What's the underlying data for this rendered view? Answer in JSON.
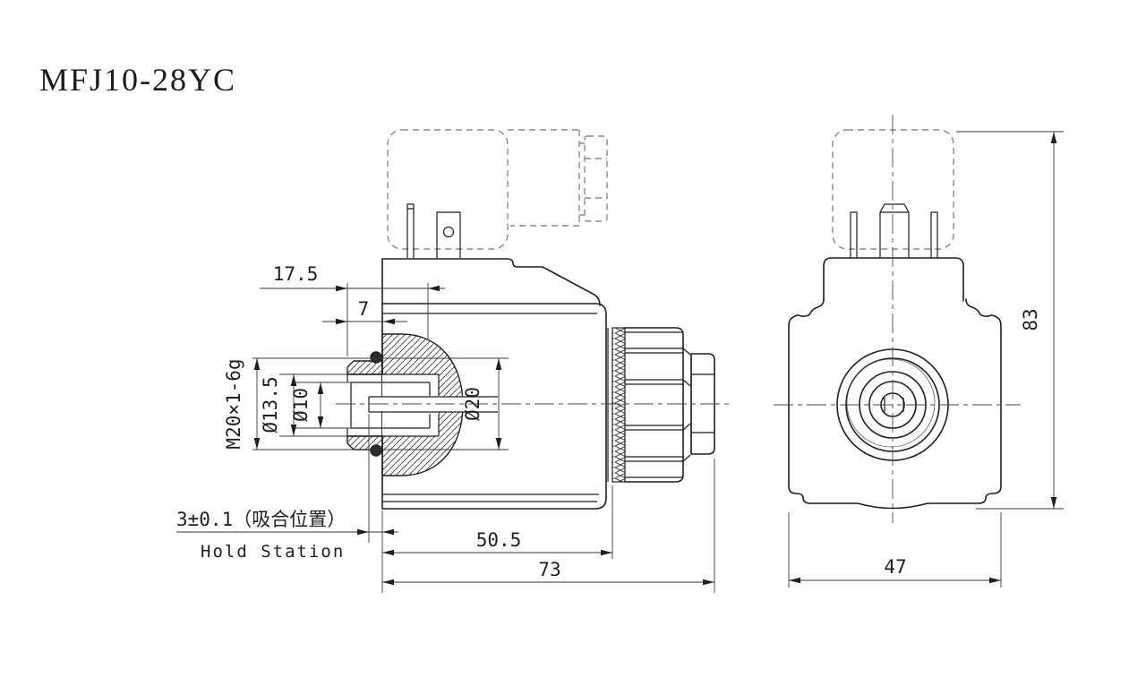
{
  "title": "MFJ10-28YC",
  "colors": {
    "line": "#1f1f1f",
    "dashed_phantom": "#8a8a8a",
    "dimension": "#3a3a3a",
    "background": "#ffffff"
  },
  "side_view": {
    "label": "side-section-view",
    "dimensions": {
      "connector_offset": "17.5",
      "nut_width": "7",
      "thread_spec": "M20×1-6g",
      "bore_major": "Ø13.5",
      "bore_minor": "Ø10",
      "tube_od": "Ø20",
      "stroke_note_cn": "3±0.1（吸合位置）",
      "stroke_note_en": "Hold Station",
      "coil_length": "50.5",
      "overall_length": "73"
    }
  },
  "front_view": {
    "label": "front-view",
    "dimensions": {
      "overall_height": "83",
      "overall_width": "47"
    }
  }
}
